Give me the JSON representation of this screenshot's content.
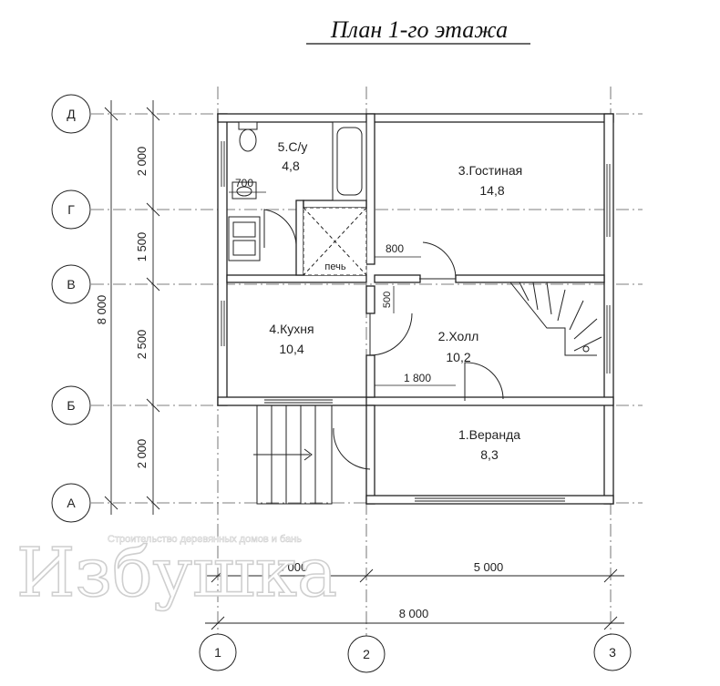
{
  "title": "План 1-го этажа",
  "axes": {
    "rows": [
      "Д",
      "Г",
      "В",
      "Б",
      "А"
    ],
    "cols": [
      "1",
      "2",
      "3"
    ]
  },
  "rooms": {
    "veranda": {
      "name": "1.Веранда",
      "area": "8,3"
    },
    "hall": {
      "name": "2.Холл",
      "area": "10,2"
    },
    "living": {
      "name": "3.Гостиная",
      "area": "14,8"
    },
    "kitchen": {
      "name": "4.Кухня",
      "area": "10,4"
    },
    "wc": {
      "name": "5.С/у",
      "area": "4,8"
    }
  },
  "labels": {
    "stove": "печь",
    "d700": "700",
    "d800": "800",
    "d500": "500",
    "d1800": "1 800"
  },
  "dimensions": {
    "left_total": "8 000",
    "left_segments": [
      "2 000",
      "1 500",
      "2 500",
      "2 000"
    ],
    "bottom_segments": [
      "3 000",
      "5 000"
    ],
    "bottom_total": "8 000"
  },
  "watermark": {
    "brand": "Избушка",
    "tagline": "Строительство деревянных домов и бань"
  }
}
